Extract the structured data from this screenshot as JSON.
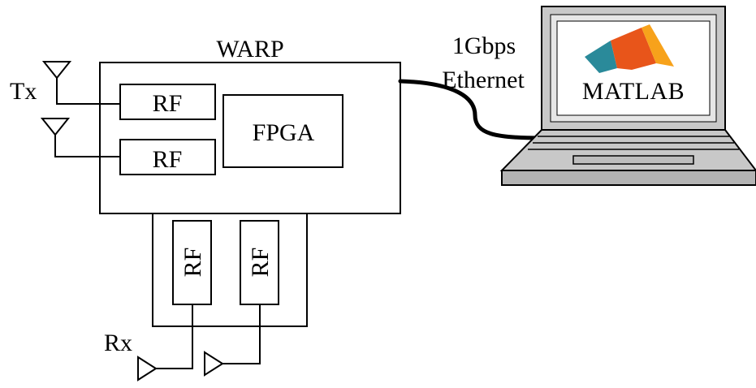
{
  "diagram": {
    "board_label": "WARP",
    "tx_label": "Tx",
    "rx_label": "Rx",
    "fpga_label": "FPGA",
    "rf_tx": [
      "RF",
      "RF"
    ],
    "rf_rx": [
      "RF",
      "RF"
    ],
    "link_label_line1": "1Gbps",
    "link_label_line2": "Ethernet",
    "laptop_app_label": "MATLAB"
  },
  "colors": {
    "laptop_frame": "#c8c8c8",
    "screen": "#ffffff",
    "matlab_orange": "#e8551a",
    "matlab_teal": "#2a8a9a"
  },
  "icons": [
    "antenna-icon",
    "laptop-icon",
    "matlab-logo"
  ]
}
